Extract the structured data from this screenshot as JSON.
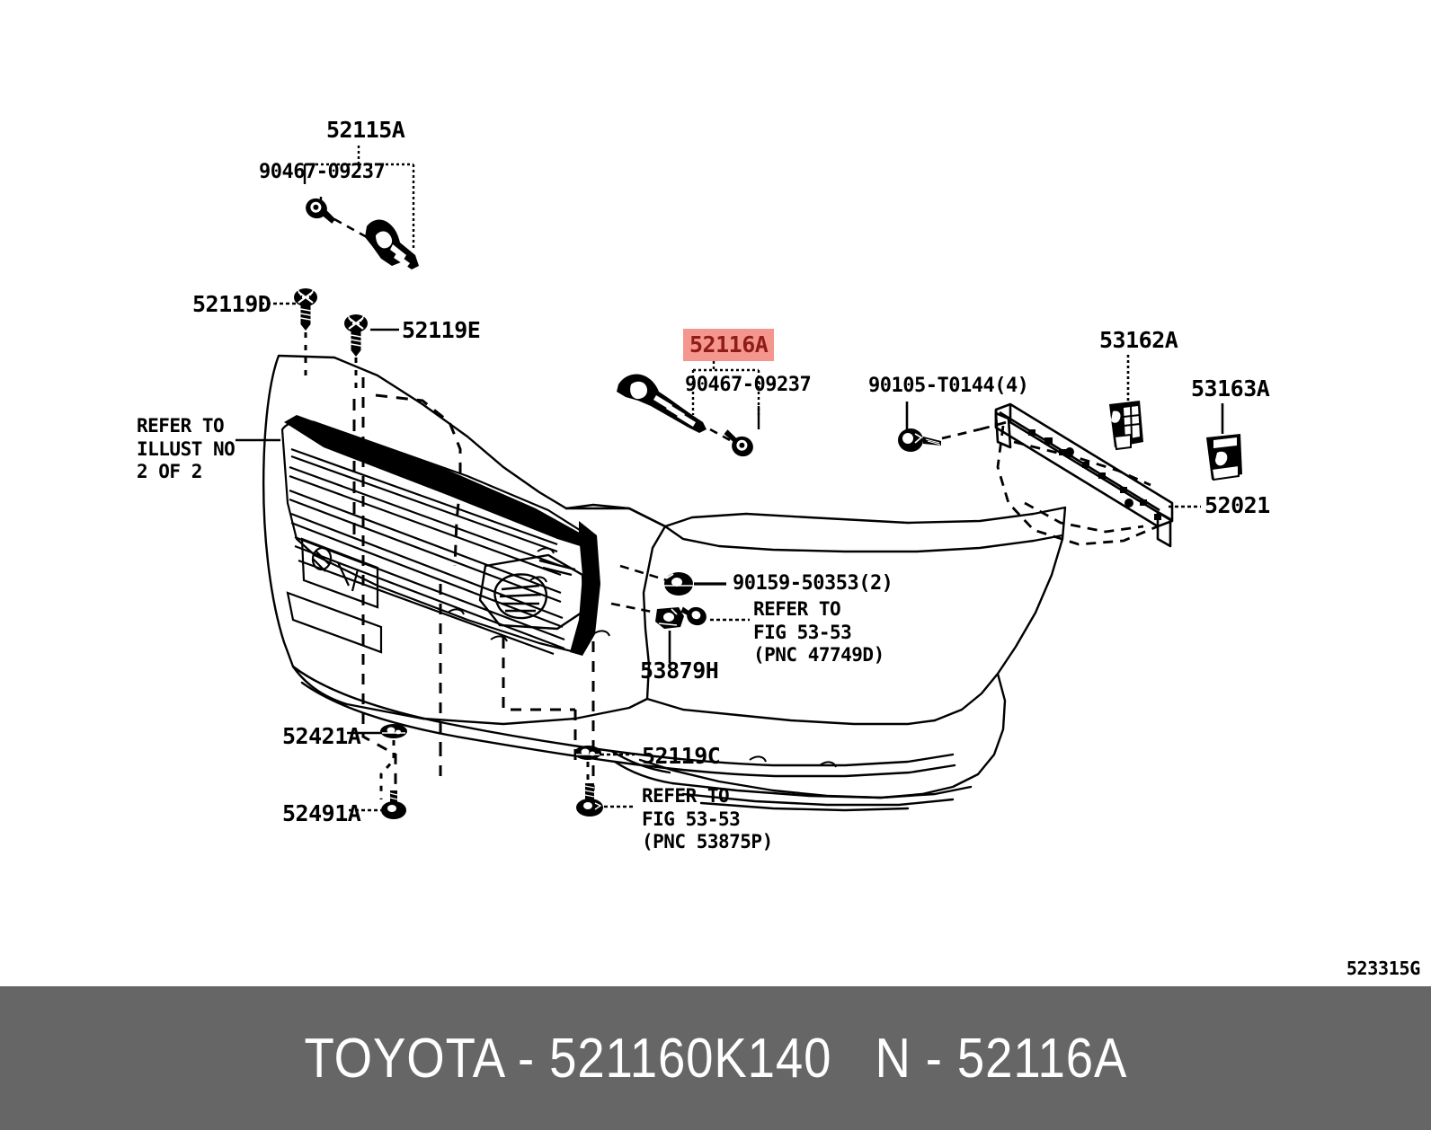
{
  "figure": {
    "code": "523315G",
    "highlighted_part": "52116A"
  },
  "footer": {
    "text": "TOYOTA - 521160K140   N - 52116A",
    "brand": "TOYOTA",
    "part_number": "521160K140",
    "callout_prefix": "N",
    "callout": "52116A",
    "background_color": "#666666",
    "text_color": "#ffffff"
  },
  "highlight": {
    "label": "52116A",
    "background_color": "#f4968e",
    "text_color": "#8e1d17"
  },
  "labels": {
    "part_52115a": "52115A",
    "bolt_90467_top": "90467-09237",
    "clip_52119d": "52119D",
    "clip_52119e": "52119E",
    "refer_illust": "REFER TO\nILLUST NO\n2 OF 2",
    "bolt_90467_mid": "90467-09237",
    "nut_90159": "90159-50353(2)",
    "refer_fig_47749d": "REFER TO\nFIG 53-53\n(PNC 47749D)",
    "part_53879h": "53879H",
    "clip_52421a": "52421A",
    "clip_52491a": "52491A",
    "clip_52119c": "52119C",
    "refer_fig_53875p": "REFER TO\nFIG 53-53\n(PNC 53875P)",
    "bolt_90105": "90105-T0144(4)",
    "part_53162a": "53162A",
    "part_53163a": "53163A",
    "part_52021": "52021"
  }
}
